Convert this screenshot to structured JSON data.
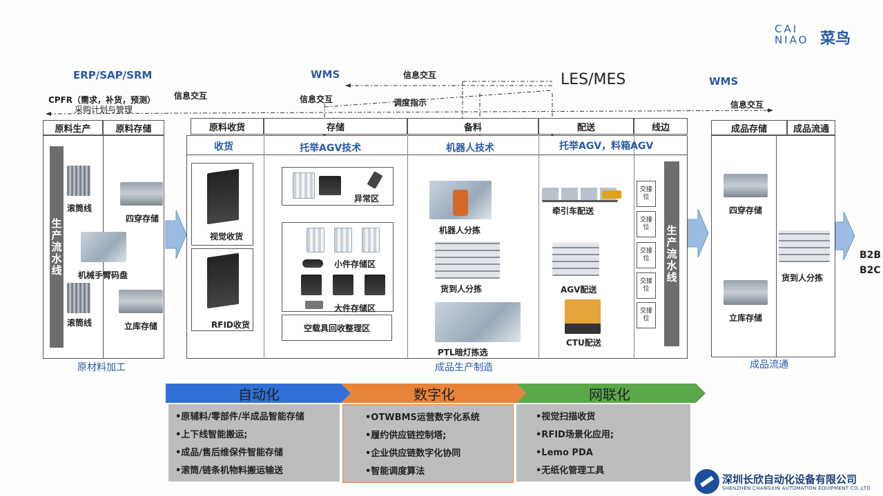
{
  "logo": {
    "top_text": "CAI NIAO",
    "cn": "菜鸟"
  },
  "systems": {
    "erp": "ERP/SAP/SRM",
    "wms_left": "WMS",
    "les": "LES/MES",
    "wms_right": "WMS"
  },
  "flows": {
    "cpfr": "CPFR（需求，补货，预测）",
    "plan": "采购计划与管理",
    "info1": "信息交互",
    "info2": "信息交互",
    "info3": "信息交互",
    "info4": "信息交互",
    "dispatch": "调度指示"
  },
  "raw": {
    "h1": "原料生产",
    "h2": "原料存储",
    "vbar": "生产流水线",
    "items": [
      "滚筒线",
      "机械手臂码盘",
      "滚筒线",
      "四穿存储",
      "立库存储"
    ],
    "footer": "原材料加工"
  },
  "prod": {
    "headers": [
      "原料收货",
      "存储",
      "备料",
      "配送",
      "线边"
    ],
    "subheaders": [
      "收货",
      "托举AGV技术",
      "机器人技术",
      "托举AGV，料箱AGV"
    ],
    "receive": [
      "视觉收货",
      "RFID收货"
    ],
    "storage": [
      "异常区",
      "小件存储区",
      "大件存储区",
      "空载具回收整理区"
    ],
    "prep": [
      "机器人分拣",
      "货到人分拣",
      "PTL暗灯拣选"
    ],
    "deliver": [
      "牵引车配送",
      "AGV配送",
      "CTU配送"
    ],
    "slot": "交接位",
    "vbar": "生产流水线",
    "footer": "成品生产制造"
  },
  "fin": {
    "h1": "成品存储",
    "h2": "成品流通",
    "items": [
      "四穿存储",
      "立库存储",
      "货到人分拣"
    ],
    "footer": "成品流通"
  },
  "b2": [
    "B2B",
    "B2C"
  ],
  "bands": [
    {
      "title": "自动化",
      "items": [
        "•原辅料/零部件/半成品智能存储",
        "•上下线智能搬运;",
        "•成品/售后维保件智能存储",
        "•滚筒/链条机物料搬运输送"
      ]
    },
    {
      "title": "数字化",
      "items": [
        "•OTWBMS运营数字化系统",
        "•履约供应链控制塔;",
        "•企业供应链数字化协同",
        "•智能调度算法"
      ]
    },
    {
      "title": "网联化",
      "items": [
        "•视觉扫描收货",
        "•RFID场景化应用;",
        "•Lemo PDA",
        "•无纸化管理工具"
      ]
    }
  ],
  "company": {
    "cn": "深圳长欣自动化设备有限公司",
    "en": "SHENZHEN CHANGXIN AUTOMATION EQUIPMENT CO.,LTD"
  },
  "colors": {
    "blue": "#2a5aa8",
    "band1": "#2f6fd6",
    "band2": "#e8833a",
    "band3": "#5aa84a",
    "arrow": "#8fb4dc"
  }
}
